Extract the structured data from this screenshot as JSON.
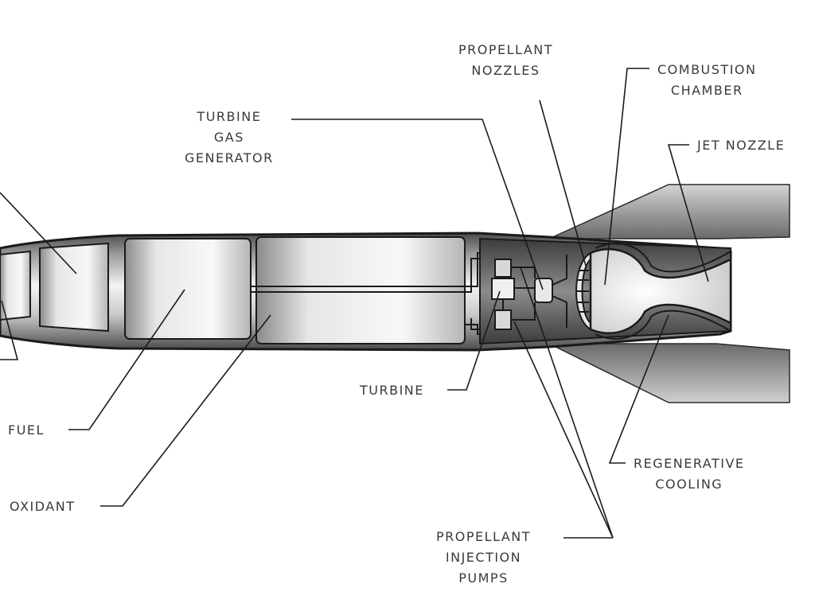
{
  "labels": {
    "propellant_nozzles": [
      "PROPELLANT",
      "NOZZLES"
    ],
    "combustion_chamber": [
      "COMBUSTION",
      "CHAMBER"
    ],
    "turbine_gas_generator": [
      "TURBINE",
      "GAS",
      "GENERATOR"
    ],
    "jet_nozzle": "JET NOZZLE",
    "turbine": "TURBINE",
    "fuel": "FUEL",
    "oxidant": "OXIDANT",
    "regenerative_cooling": [
      "REGENERATIVE",
      "COOLING"
    ],
    "propellant_injection_pumps": [
      "PROPELLANT",
      "INJECTION",
      "PUMPS"
    ]
  },
  "colors": {
    "ink": "#1a1a1a",
    "label_text": "#3a3a3a",
    "fin_dark": "#6e6e6e",
    "fin_light": "#c9c9c9",
    "body_dark": "#5a5a5a",
    "body_light": "#f2f2f2"
  }
}
